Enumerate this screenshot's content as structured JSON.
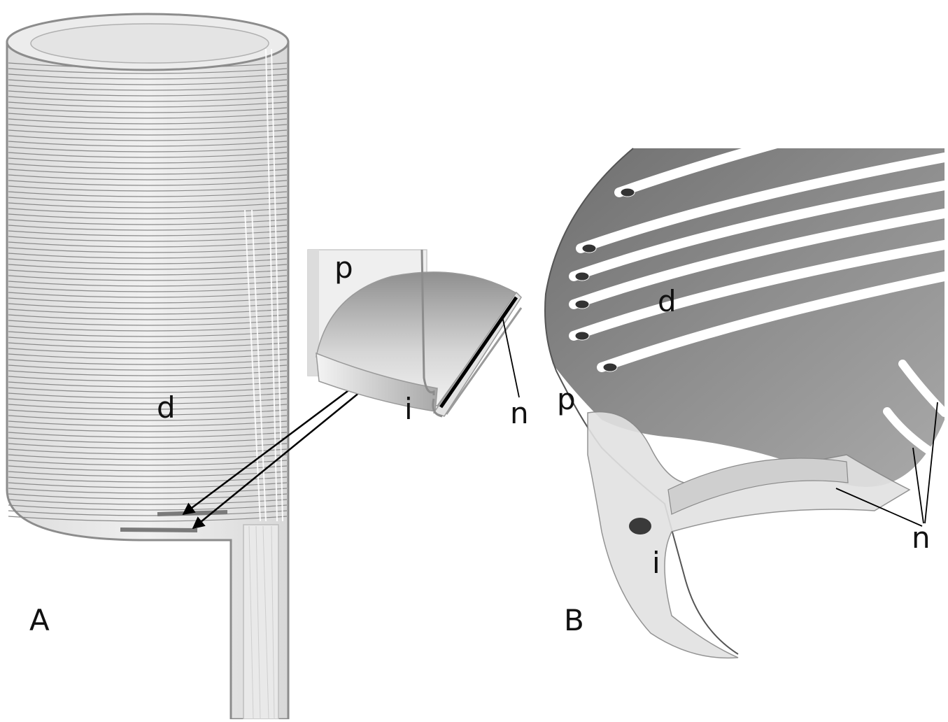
{
  "labels": {
    "panel_a": "A",
    "panel_b": "B",
    "a_d": "d",
    "inset_p": "p",
    "inset_i": "i",
    "inset_n": "n",
    "b_d": "d",
    "b_p": "p",
    "b_i": "i",
    "b_n": "n"
  },
  "colors": {
    "cylinder_fill": "#e6e6e6",
    "stack_lines": "#8a8a8a",
    "outline": "#8c8c8c",
    "arrow": "#000000",
    "sketch_dark": "#3a3a3a",
    "sketch_mid": "#8e8e8e"
  }
}
